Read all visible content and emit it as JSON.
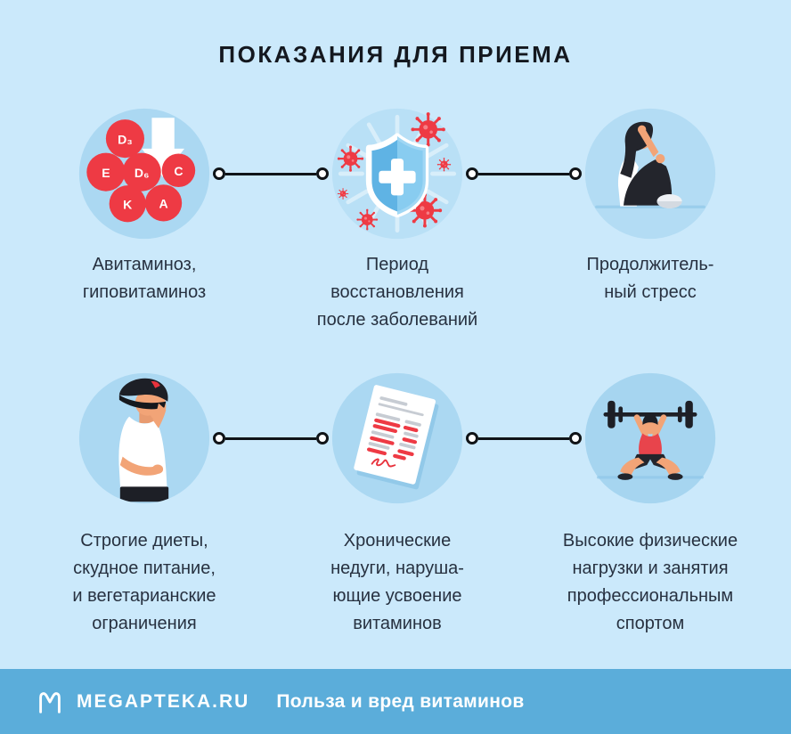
{
  "title": "ПОКАЗАНИЯ ДЛЯ ПРИЕМА",
  "cards": [
    {
      "caption": "Авитаминоз,\nгиповитаминоз",
      "icon": "vitamins-falling-icon"
    },
    {
      "caption": "Период\nвосстановления\nпосле заболеваний",
      "icon": "immunity-shield-icon"
    },
    {
      "caption": "Продолжитель-\nный стресс",
      "icon": "stressed-person-icon"
    },
    {
      "caption": "Строгие диеты,\nскудное питание,\nи вегетарианские\nограничения",
      "icon": "dieting-person-icon"
    },
    {
      "caption": "Хронические\nнедуги, наруша-\nющие усвоение\nвитаминов",
      "icon": "medical-document-icon"
    },
    {
      "caption": "Высокие физические\nнагрузки и занятия\nпрофессиональным\nспортом",
      "icon": "weightlifter-icon"
    }
  ],
  "vitamins": {
    "labels": [
      "D₃",
      "E",
      "D₆",
      "C",
      "K",
      "A"
    ]
  },
  "footer": {
    "brand": "MEGAPTEKA.RU",
    "tagline": "Польза и вред витаминов"
  },
  "colors": {
    "background": "#cbe9fb",
    "bubble_circle": "#abd8f2",
    "accent_red": "#ee3a44",
    "shield_blue": "#5fb3e4",
    "footer_bar": "#5badda",
    "title_text": "#14181f",
    "caption_text": "#273140"
  }
}
